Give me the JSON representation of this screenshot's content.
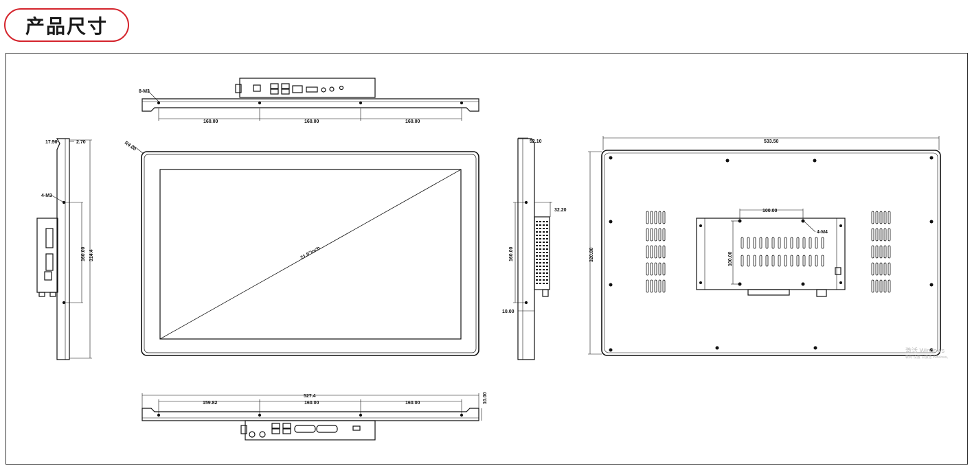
{
  "header": {
    "title": "产品尺寸"
  },
  "drawing": {
    "top_view": {
      "callout": "8-M3",
      "dims": [
        "160.00",
        "160.00",
        "160.00"
      ]
    },
    "left_side_view": {
      "depth_dims": [
        "17.50",
        "2.70"
      ],
      "callout": "4-M3",
      "spacing": "160.00",
      "height": "314.4"
    },
    "front_view": {
      "radius": "R4.00",
      "diagonal": "21.5\"inch"
    },
    "right_side_view": {
      "depth": "52.10",
      "offset": "32.20",
      "spacing": "160.00",
      "bottom": "10.00"
    },
    "rear_view": {
      "width": "533.50",
      "height": "320.80",
      "vesa_h": "100.00",
      "vesa_v": "100.00",
      "vesa_callout": "4-M4"
    },
    "bottom_view": {
      "width": "527.4",
      "dims": [
        "159.82",
        "160.00",
        "160.00"
      ],
      "thickness": "10.00"
    },
    "watermark": [
      "激活 Windows",
      "转到\"设置\"以激活 Windows。"
    ]
  }
}
